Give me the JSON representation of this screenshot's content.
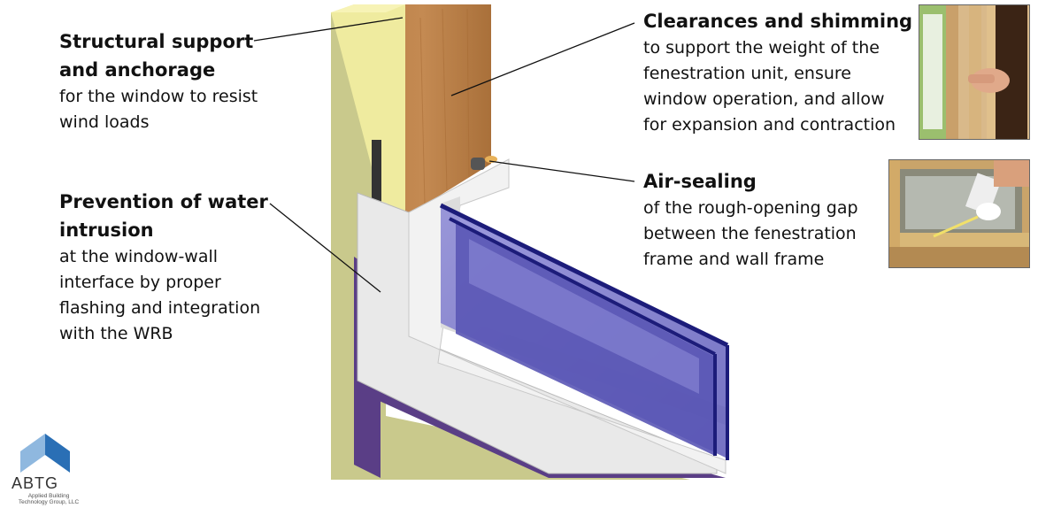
{
  "callouts": {
    "structural": {
      "title_line1": "Structural support",
      "title_line2": "and anchorage",
      "desc_line1": "for the window to resist",
      "desc_line2": "wind loads"
    },
    "water": {
      "title_line1": "Prevention of water",
      "title_line2": "intrusion",
      "desc_line1": "at the window-wall",
      "desc_line2": "interface by proper",
      "desc_line3": "flashing and integration",
      "desc_line4": "with the WRB"
    },
    "clearances": {
      "title_line1": "Clearances and shimming",
      "desc_line1": "to support the weight of the",
      "desc_line2": "fenestration unit, ensure",
      "desc_line3": "window operation, and allow",
      "desc_line4": "for expansion and contraction"
    },
    "airsealing": {
      "title_line1": "Air-sealing",
      "desc_line1": "of the rough-opening gap",
      "desc_line2": "between the fenestration",
      "desc_line3": "frame and wall frame"
    }
  },
  "logo": {
    "abbr": "ABTG",
    "name_line1": "Applied Building",
    "name_line2": "Technology Group, LLC"
  },
  "colors": {
    "sheathing": "#c9c98c",
    "foam": "#f0eca0",
    "wood": "#b4783f",
    "flashing": "#e8e8e8",
    "wrb": "#5a3e86",
    "glass": "#6e6cc4",
    "glass_edge": "#1c1c7a",
    "logo_blue": "#2a6fb5"
  }
}
